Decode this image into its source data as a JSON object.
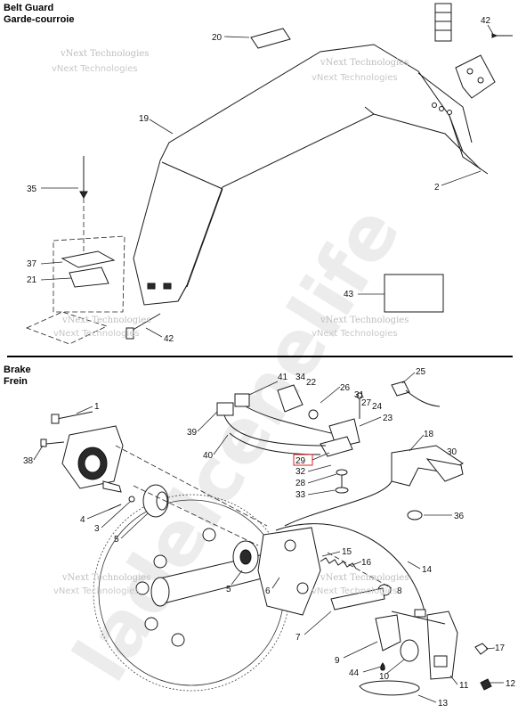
{
  "sections": {
    "belt_guard": {
      "title_en": "Belt Guard",
      "title_fr": "Garde-courroie"
    },
    "brake": {
      "title_en": "Brake",
      "title_fr": "Frein"
    }
  },
  "watermark": {
    "text": "vNext Technologies",
    "big_text": "ladelcenelife"
  },
  "belt_guard_callouts": [
    "20",
    "42",
    "19",
    "2",
    "35",
    "37",
    "21",
    "43",
    "42"
  ],
  "brake_callouts": [
    "41",
    "34",
    "22",
    "26",
    "31",
    "25",
    "27",
    "24",
    "23",
    "1",
    "39",
    "18",
    "30",
    "38",
    "40",
    "29",
    "32",
    "28",
    "33",
    "4",
    "3",
    "5",
    "36",
    "15",
    "16",
    "14",
    "5",
    "6",
    "8",
    "7",
    "9",
    "44",
    "10",
    "17",
    "11",
    "12",
    "13"
  ],
  "highlight_callout": "29",
  "colors": {
    "line": "#1a1a1a",
    "highlight": "#d22222",
    "watermark": "#bdbdbd"
  }
}
